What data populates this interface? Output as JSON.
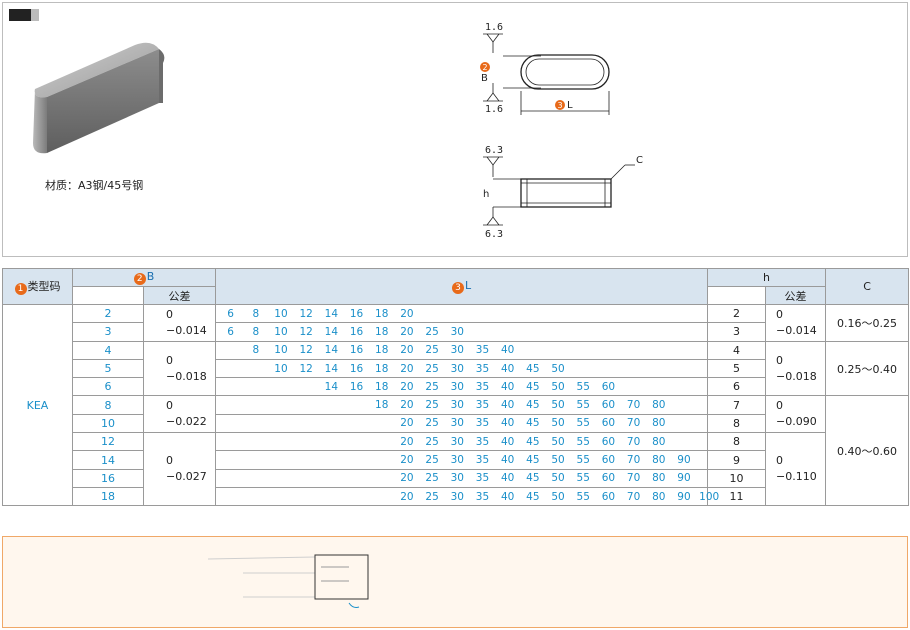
{
  "top": {
    "material": "材质：A3钢/45号钢",
    "drawing": {
      "rough_top": "1.6",
      "rough_bottom": "1.6",
      "rough_side_top": "6.3",
      "rough_side_bottom": "6.3",
      "dim_b_num": "2",
      "dim_b": "B",
      "dim_l_num": "3",
      "dim_l": "L",
      "dim_h": "h",
      "dim_c": "C"
    }
  },
  "table": {
    "headers": {
      "type_num": "1",
      "type": "类型码",
      "b_num": "2",
      "b": "B",
      "tol": "公差",
      "l_num": "3",
      "l": "L",
      "h": "h",
      "h_tol": "公差",
      "c": "C"
    },
    "type_code": "KEA",
    "b_tol_groups": [
      {
        "upper": "0",
        "lower": "−0.014"
      },
      {
        "upper": "0",
        "lower": "−0.018"
      },
      {
        "upper": "0",
        "lower": "−0.022"
      },
      {
        "upper": "0",
        "lower": "−0.027"
      }
    ],
    "h_tol_groups": [
      {
        "upper": "0",
        "lower": "−0.014"
      },
      {
        "upper": "0",
        "lower": "−0.018"
      },
      {
        "upper": "0",
        "lower": "−0.090"
      },
      {
        "upper": "0",
        "lower": "−0.110"
      }
    ],
    "c_groups": [
      "0.16～0.25",
      "0.25～0.40",
      "0.40～0.60"
    ],
    "l_columns": [
      "6",
      "8",
      "10",
      "12",
      "14",
      "16",
      "18",
      "20",
      "25",
      "30",
      "35",
      "40",
      "45",
      "50",
      "55",
      "60",
      "70",
      "80",
      "90",
      "100"
    ],
    "rows": [
      {
        "b": "2",
        "l": [
          "6",
          "8",
          "10",
          "12",
          "14",
          "16",
          "18",
          "20"
        ],
        "h": "2"
      },
      {
        "b": "3",
        "l": [
          "6",
          "8",
          "10",
          "12",
          "14",
          "16",
          "18",
          "20",
          "25",
          "30"
        ],
        "h": "3"
      },
      {
        "b": "4",
        "l": [
          "8",
          "10",
          "12",
          "14",
          "16",
          "18",
          "20",
          "25",
          "30",
          "35",
          "40"
        ],
        "h": "4"
      },
      {
        "b": "5",
        "l": [
          "10",
          "12",
          "14",
          "16",
          "18",
          "20",
          "25",
          "30",
          "35",
          "40",
          "45",
          "50"
        ],
        "h": "5"
      },
      {
        "b": "6",
        "l": [
          "14",
          "16",
          "18",
          "20",
          "25",
          "30",
          "35",
          "40",
          "45",
          "50",
          "55",
          "60"
        ],
        "h": "6"
      },
      {
        "b": "8",
        "l": [
          "18",
          "20",
          "25",
          "30",
          "35",
          "40",
          "45",
          "50",
          "55",
          "60",
          "70",
          "80"
        ],
        "h": "7"
      },
      {
        "b": "10",
        "l": [
          "20",
          "25",
          "30",
          "35",
          "40",
          "45",
          "50",
          "55",
          "60",
          "70",
          "80"
        ],
        "h": "8"
      },
      {
        "b": "12",
        "l": [
          "20",
          "25",
          "30",
          "35",
          "40",
          "45",
          "50",
          "55",
          "60",
          "70",
          "80"
        ],
        "h": "8"
      },
      {
        "b": "14",
        "l": [
          "20",
          "25",
          "30",
          "35",
          "40",
          "45",
          "50",
          "55",
          "60",
          "70",
          "80",
          "90"
        ],
        "h": "9"
      },
      {
        "b": "16",
        "l": [
          "20",
          "25",
          "30",
          "35",
          "40",
          "45",
          "50",
          "55",
          "60",
          "70",
          "80",
          "90"
        ],
        "h": "10"
      },
      {
        "b": "18",
        "l": [
          "20",
          "25",
          "30",
          "35",
          "40",
          "45",
          "50",
          "55",
          "60",
          "70",
          "80",
          "90",
          "100"
        ],
        "h": "11"
      }
    ]
  }
}
